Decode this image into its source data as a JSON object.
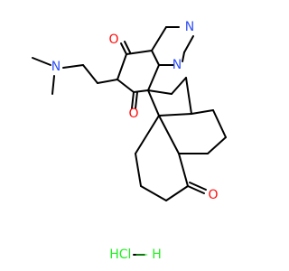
{
  "molecule": {
    "atoms": {
      "n_amine": "N",
      "o_top": "O",
      "o_mid": "O",
      "o_right": "O",
      "n_pyrimidine": "N",
      "n_ring": "N",
      "salt": "HCl — H"
    },
    "colors": {
      "nitrogen": "#3050F8",
      "oxygen": "#FF0D0D",
      "chlorine": "#1FF01F",
      "carbon_hydrogen": "#000000",
      "bond": "#000000",
      "background": "#ffffff"
    }
  }
}
